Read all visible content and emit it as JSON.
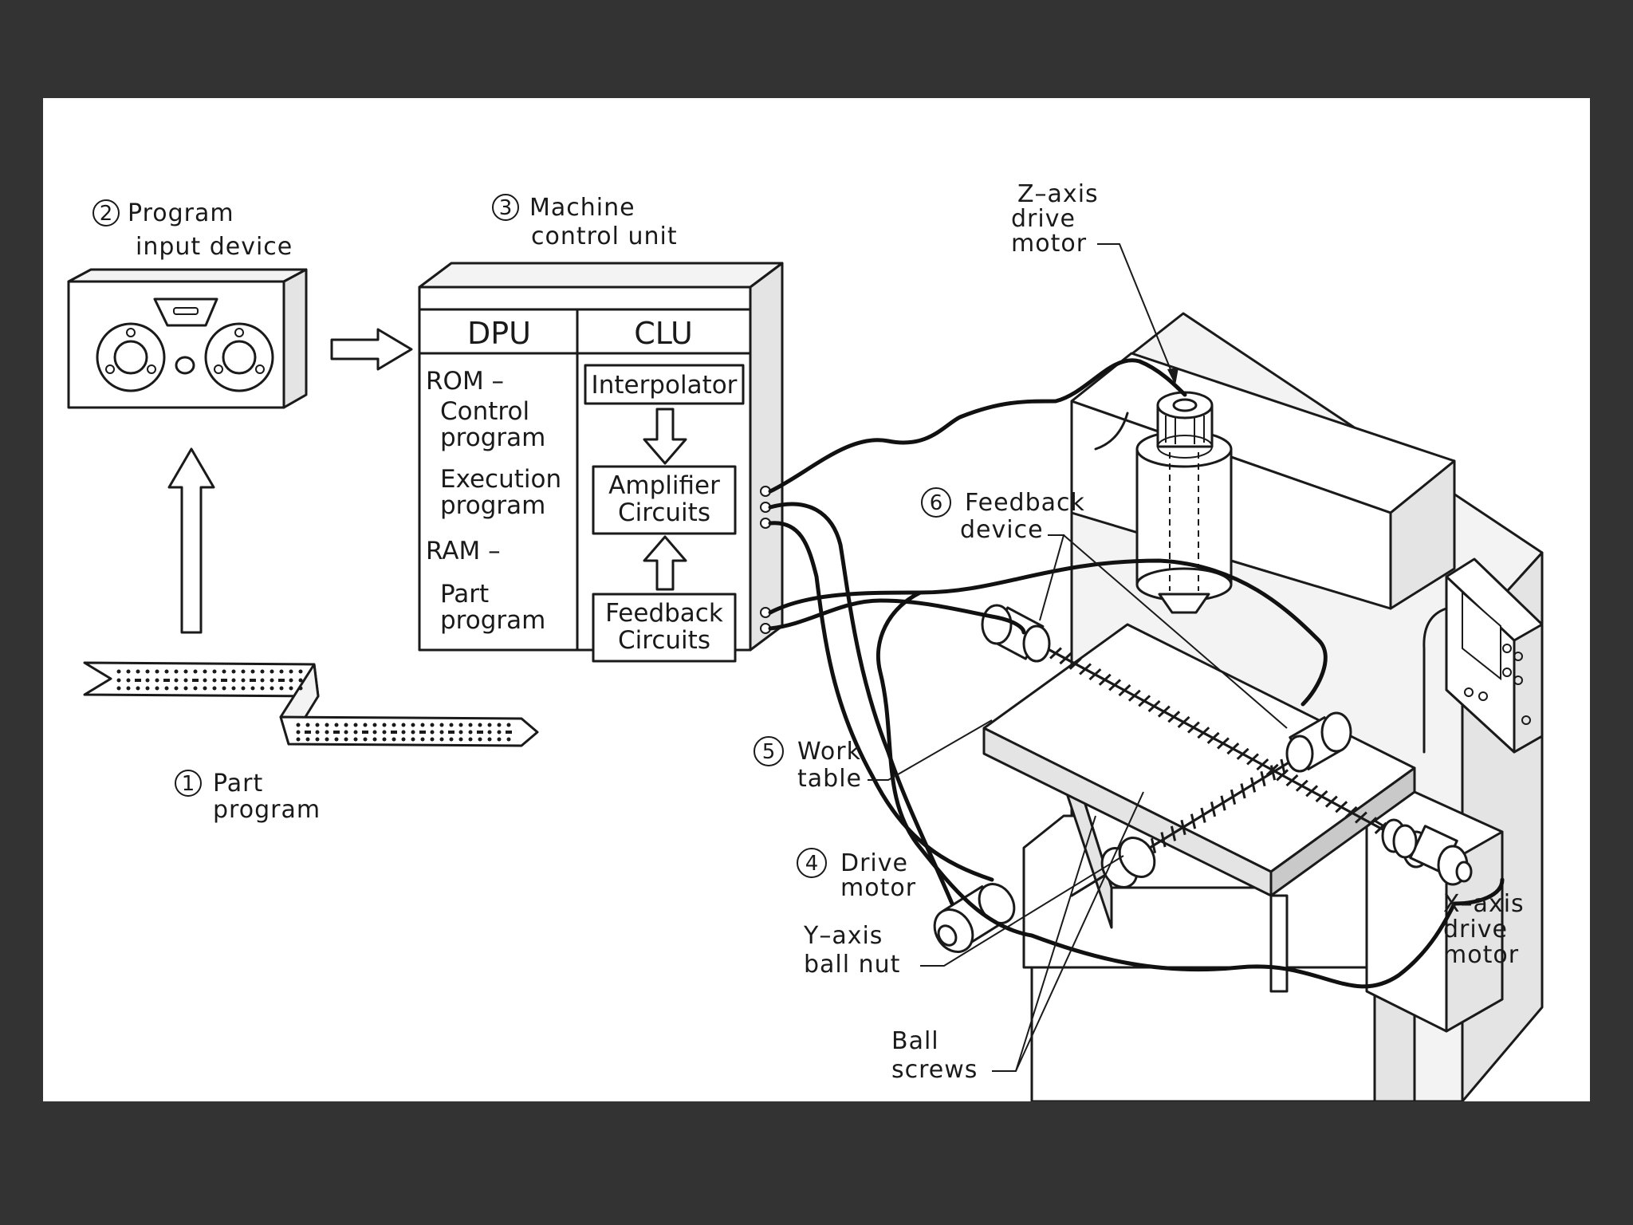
{
  "labels": {
    "program_input": {
      "num": "2",
      "line1": "Program",
      "line2": "input device"
    },
    "mcu": {
      "num": "3",
      "line1": "Machine",
      "line2": "control unit"
    },
    "dpu": "DPU",
    "clu": "CLU",
    "rom": "ROM –",
    "control_program": [
      "Control",
      "program"
    ],
    "execution_program": [
      "Execution",
      "program"
    ],
    "ram": "RAM –",
    "part_program_ram": [
      "Part",
      "program"
    ],
    "interpolator": "Interpolator",
    "amplifier": [
      "Amplifier",
      "Circuits"
    ],
    "feedback_circuits": [
      "Feedback",
      "Circuits"
    ],
    "part_program": {
      "num": "1",
      "line1": "Part",
      "line2": "program"
    },
    "z_axis": [
      "Z–axis",
      "drive",
      "motor"
    ],
    "feedback_device": {
      "num": "6",
      "line1": "Feedback",
      "line2": "device"
    },
    "work_table": {
      "num": "5",
      "line1": "Work",
      "line2": "table"
    },
    "drive_motor": {
      "num": "4",
      "line1": "Drive",
      "line2": "motor"
    },
    "y_ball_nut": [
      "Y–axis",
      "ball nut"
    ],
    "ball_screws": [
      "Ball",
      "screws"
    ],
    "x_axis": [
      "X–axis",
      "drive",
      "motor"
    ]
  },
  "colors": {
    "page_background": "#333333",
    "slide_background": "#ffffff",
    "ink": "#1a1a1a"
  }
}
